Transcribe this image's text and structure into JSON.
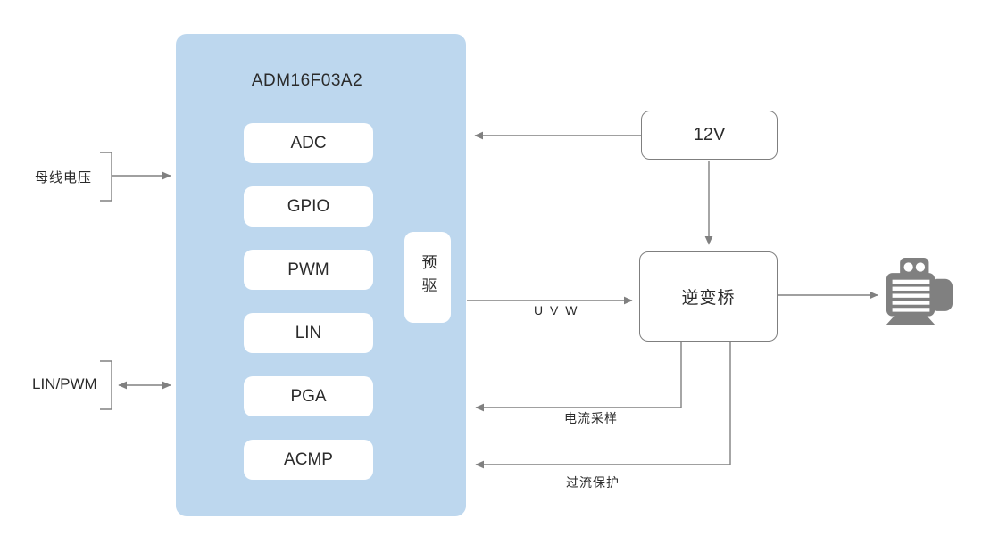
{
  "chip": {
    "title": "ADM16F03A2",
    "modules": [
      "ADC",
      "GPIO",
      "PWM",
      "LIN",
      "PGA",
      "ACMP"
    ],
    "predriver": "预驱"
  },
  "blocks": {
    "power": "12V",
    "inverter": "逆变桥"
  },
  "inputs": {
    "bus_voltage": "母线电压",
    "lin_pwm": "LIN/PWM"
  },
  "signals": {
    "uvw": "U V W",
    "current_sample": "电流采样",
    "overcurrent": "过流保护"
  },
  "icons": {
    "motor": "motor-icon"
  },
  "colors": {
    "chip_fill": "#BDD7EE",
    "line": "#808080",
    "text": "#2b2b2b",
    "motor": "#808080",
    "box_border": "#7f7f7f"
  }
}
